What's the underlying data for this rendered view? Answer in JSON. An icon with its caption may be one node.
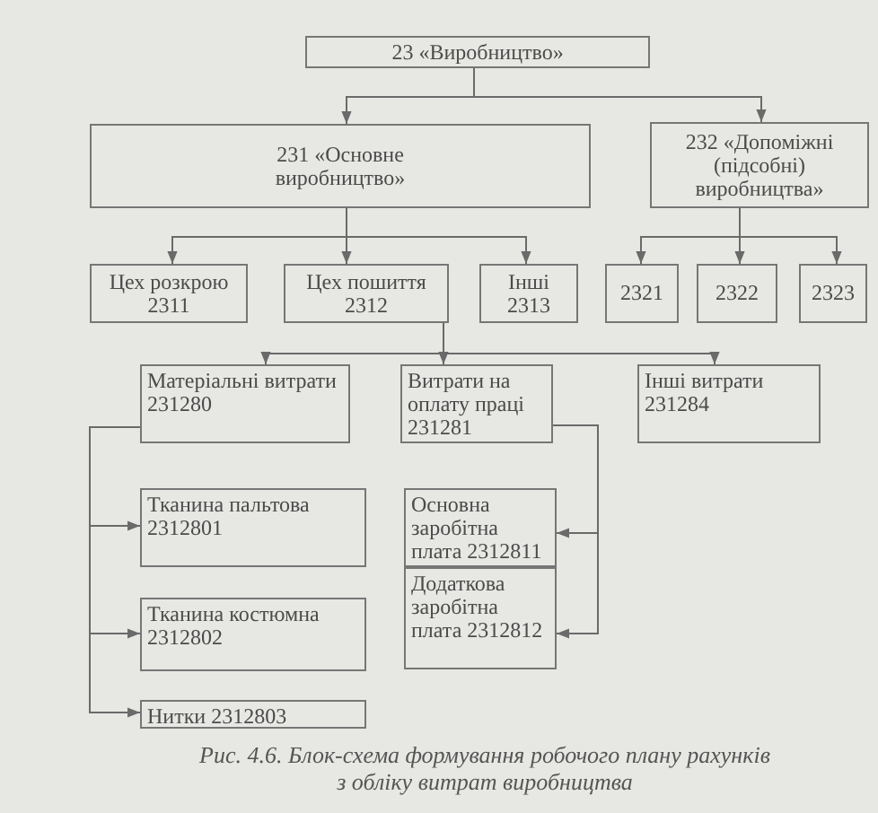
{
  "diagram": {
    "caption": "Рис. 4.6. Блок-схема формування робочого плану рахунків з обліку витрат виробництва",
    "nodes": [
      {
        "text": [
          "23 «Виробництво»"
        ]
      },
      {
        "text": [
          "231 «Основне виробництво»"
        ]
      },
      {
        "text": [
          "232 «Допоміжні (підсобні) виробництва»"
        ]
      },
      {
        "text": [
          "Цех розкрою 2311"
        ]
      },
      {
        "text": [
          "Цех пошиття 2312"
        ]
      },
      {
        "text": [
          "Інші 2313"
        ]
      },
      {
        "text": [
          "2321"
        ]
      },
      {
        "text": [
          "2322"
        ]
      },
      {
        "text": [
          "2323"
        ]
      },
      {
        "text": [
          "Матеріальні витрати 231280"
        ]
      },
      {
        "text": [
          "Витрати на оплату праці 231281"
        ]
      },
      {
        "text": [
          "Інші витрати 231284"
        ]
      },
      {
        "text": [
          "Тканина пальтова 2312801"
        ]
      },
      {
        "text": [
          "Тканина костюмна 2312802"
        ]
      },
      {
        "text": [
          "Нитки 2312803"
        ]
      },
      {
        "text": [
          "Основна заробітна плата 2312811"
        ]
      },
      {
        "text": [
          "Додаткова заробітна плата 2312812"
        ]
      }
    ],
    "edges": [
      {
        "from": 0,
        "to": 1,
        "arrow": "to"
      },
      {
        "from": 0,
        "to": 2,
        "arrow": "to"
      },
      {
        "from": 1,
        "to": 3,
        "arrow": "to"
      },
      {
        "from": 1,
        "to": 4,
        "arrow": "to"
      },
      {
        "from": 1,
        "to": 5,
        "arrow": "to"
      },
      {
        "from": 2,
        "to": 6,
        "arrow": "to"
      },
      {
        "from": 2,
        "to": 7,
        "arrow": "to"
      },
      {
        "from": 2,
        "to": 8,
        "arrow": "to"
      },
      {
        "from": 4,
        "to": 9,
        "arrow": "to"
      },
      {
        "from": 4,
        "to": 10,
        "arrow": "to"
      },
      {
        "from": 4,
        "to": 11,
        "arrow": "to"
      },
      {
        "from": 9,
        "to": 12,
        "arrow": "to"
      },
      {
        "from": 9,
        "to": 13,
        "arrow": "to"
      },
      {
        "from": 9,
        "to": 14,
        "arrow": "to"
      },
      {
        "from": 10,
        "to": 15,
        "arrow": "to"
      },
      {
        "from": 10,
        "to": 16,
        "arrow": "to"
      }
    ]
  }
}
